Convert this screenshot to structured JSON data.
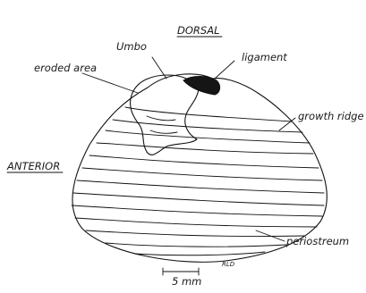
{
  "labels": {
    "dorsal": "DORSAL",
    "umbo": "Umbo",
    "ligament": "ligament",
    "eroded_area": "eroded area",
    "growth_ridge": "growth ridge",
    "anterior": "ANTERIOR",
    "periostracum": "periostreum",
    "scale": "5 mm",
    "signature": "RLD"
  },
  "colors": {
    "ink": "#111111",
    "ligament_fill": "#151515",
    "background": "#ffffff"
  }
}
